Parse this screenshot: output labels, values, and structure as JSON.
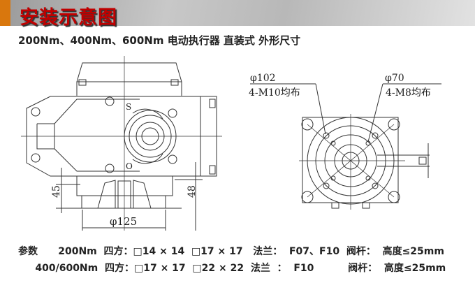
{
  "header": {
    "title": "安装示意图",
    "accent": "#d9770d",
    "title_color": "#c00000"
  },
  "subtitle": "200Nm、400Nm、600Nm  电动执行器  直装式  外形尺寸",
  "side_view": {
    "dim_height_left": "45",
    "dim_height_right": "48",
    "dim_diameter": "φ125",
    "mark_s": "S",
    "mark_o": "O"
  },
  "bottom_view": {
    "label_left_dia": "φ102",
    "label_left_bolts": "4-M10均布",
    "label_right_dia": "φ70",
    "label_right_bolts": "4-M8均布"
  },
  "params": {
    "row1": "参数      200Nm  四方：□14 × 14  □17 × 17   法兰：  F07、F10  阀杆：  高度≤25mm",
    "row2": "     400/600Nm  四方：□17 × 17  □22 × 22  法兰  ：  F10          阀杆：  高度≤25mm"
  }
}
